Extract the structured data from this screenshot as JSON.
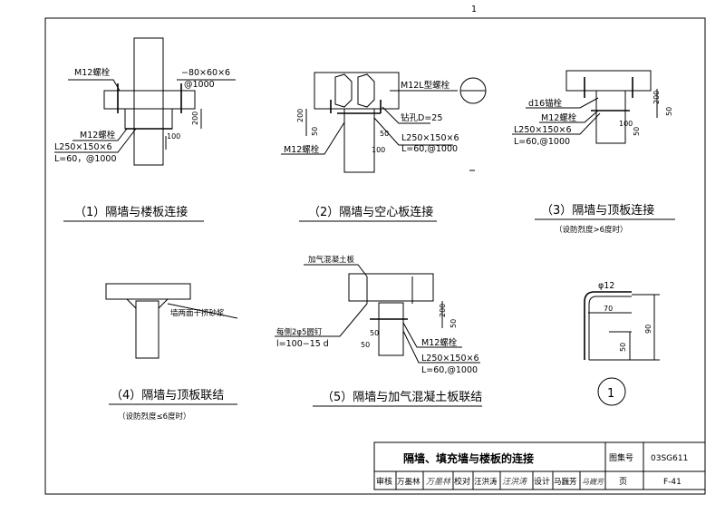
{
  "page_number": "1",
  "details": [
    {
      "caption": "（1）隔墙与楼板连接",
      "labels": {
        "bolt_top": "M12螺栓",
        "plate": "−80×60×6",
        "plate_spacing": "@1000",
        "bolt_bottom": "M12螺栓",
        "angle": "L250×150×6",
        "angle_spacing": "L=60，@1000",
        "dim_200": "200",
        "dim_100": "100"
      }
    },
    {
      "caption": "（2）隔墙与空心板连接",
      "labels": {
        "l_bolt": "M12L型螺栓",
        "drill": "钻孔D=25",
        "angle": "L250×150×6",
        "angle_spacing": "L=60,@1000",
        "bolt": "M12螺栓",
        "dim_200": "200",
        "dim_50a": "50",
        "dim_50b": "50",
        "dim_100": "100"
      }
    },
    {
      "caption": "（3）隔墙与顶板连接",
      "note": "（设防烈度>6度时）",
      "labels": {
        "anchor": "d16锚栓",
        "bolt": "M12螺栓",
        "angle": "L250×150×6",
        "angle_spacing": "L=60,@1000",
        "dim_200": "200",
        "dim_50a": "50",
        "dim_100": "100",
        "dim_50b": "50"
      }
    },
    {
      "caption": "（4）隔墙与顶板联结",
      "note": "（设防烈度≤6度时）",
      "labels": {
        "mortar": "墙两面干挤砂浆"
      }
    },
    {
      "caption": "（5）隔墙与加气混凝土板联结",
      "labels": {
        "slab": "加气混凝土板",
        "nail": "每侧2φ5圆钉",
        "nail_len": "l=100−15 d",
        "bolt": "M12螺栓",
        "angle": "L250×150×6",
        "angle_spacing": "L=60,@1000",
        "dim_200": "200",
        "dim_50a": "50",
        "dim_50b": "50",
        "dim_50c": "50"
      }
    }
  ],
  "rebar_detail": {
    "diameter": "φ12",
    "dim_70": "70",
    "dim_90": "90",
    "dim_50": "50",
    "marker": "1"
  },
  "title_block": {
    "title": "隔墙、填充墙与楼板的连接",
    "atlas_label": "图集号",
    "atlas_no": "03SG611",
    "reviewer_label": "审核",
    "reviewer": "万墨林",
    "reviewer_sig": "万墨林",
    "checker_label": "校对",
    "checker": "汪洪涛",
    "checker_sig": "汪洪涛",
    "designer_label": "设计",
    "designer": "马巍芳",
    "designer_sig": "马巍芳",
    "page_label": "页",
    "page": "F-41"
  }
}
